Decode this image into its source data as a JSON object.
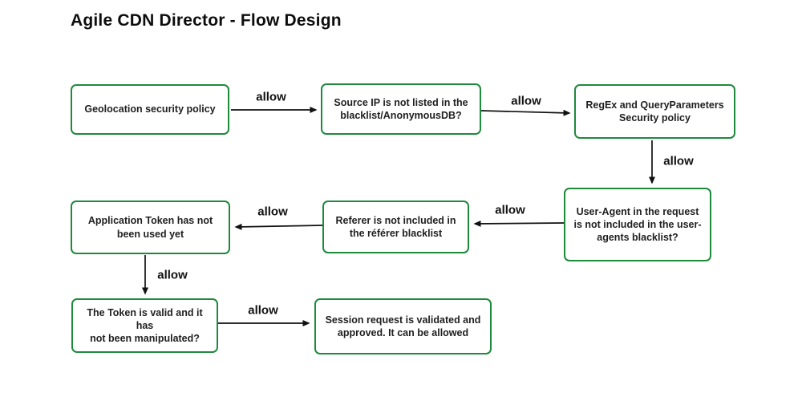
{
  "title": "Agile CDN Director - Flow Design",
  "colors": {
    "box_border": "#1e8a3c",
    "arrow": "#1a1a1a",
    "text": "#1f1f1f",
    "background": "#ffffff"
  },
  "nodes": [
    {
      "id": "geolocation-policy",
      "label": "Geolocation security policy"
    },
    {
      "id": "source-ip-check",
      "label": "Source IP is  not listed in the\nblacklist/AnonymousDB?"
    },
    {
      "id": "regex-queryparams",
      "label": "RegEx and QueryParameters\nSecurity policy"
    },
    {
      "id": "user-agent-check",
      "label": "User-Agent in the request\nis not included in the user-\nagents blacklist?"
    },
    {
      "id": "referer-check",
      "label": "Referer is not included in\nthe référer blacklist"
    },
    {
      "id": "app-token-check",
      "label": "Application Token has not\nbeen used yet"
    },
    {
      "id": "token-valid-check",
      "label": "The Token is valid and it has\nnot been manipulated?"
    },
    {
      "id": "session-approved",
      "label": "Session request is validated and\napproved. It can be allowed"
    }
  ],
  "edges": [
    {
      "from": "geolocation-policy",
      "to": "source-ip-check",
      "label": "allow"
    },
    {
      "from": "source-ip-check",
      "to": "regex-queryparams",
      "label": "allow"
    },
    {
      "from": "regex-queryparams",
      "to": "user-agent-check",
      "label": "allow"
    },
    {
      "from": "user-agent-check",
      "to": "referer-check",
      "label": "allow"
    },
    {
      "from": "referer-check",
      "to": "app-token-check",
      "label": "allow"
    },
    {
      "from": "app-token-check",
      "to": "token-valid-check",
      "label": "allow"
    },
    {
      "from": "token-valid-check",
      "to": "session-approved",
      "label": "allow"
    }
  ]
}
